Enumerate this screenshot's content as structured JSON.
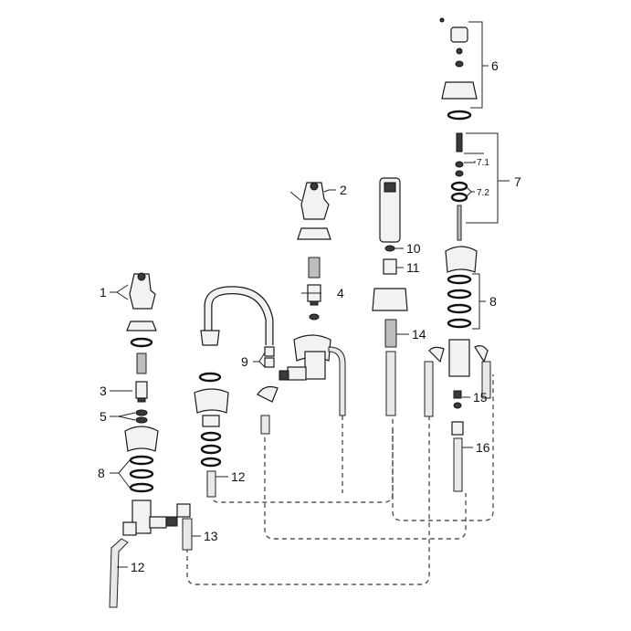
{
  "diagram": {
    "callouts": {
      "c1": "1",
      "c2": "2",
      "c3": "3",
      "c4": "4",
      "c5": "5",
      "c6": "6",
      "c7": "7",
      "c7_1": "7.1",
      "c7_2": "7.2",
      "c8_left": "8",
      "c8_right": "8",
      "c9": "9",
      "c10": "10",
      "c11": "11",
      "c12_mid": "12",
      "c12_left": "12",
      "c13": "13",
      "c14": "14",
      "c15": "15",
      "c16": "16"
    }
  }
}
